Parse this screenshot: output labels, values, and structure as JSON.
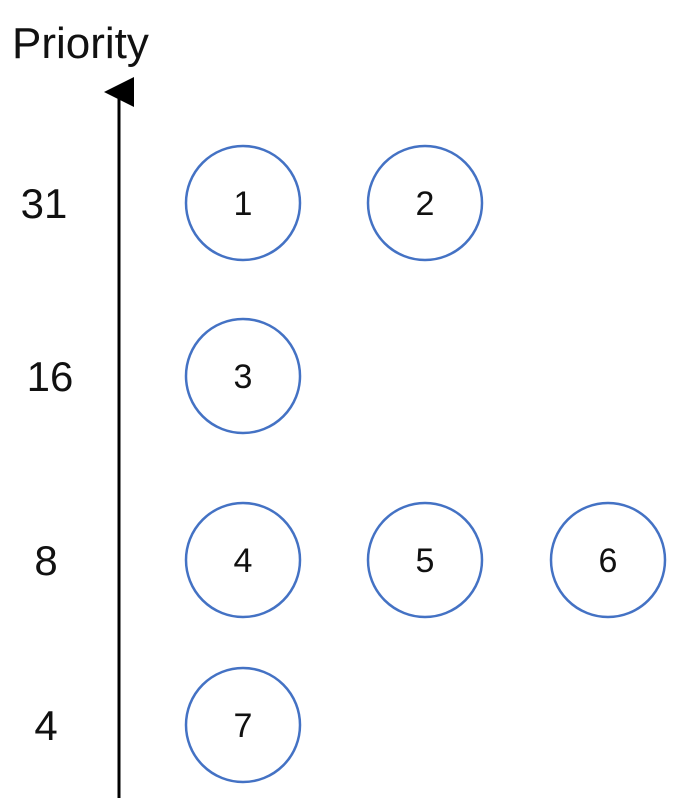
{
  "diagram": {
    "axis_title": "Priority",
    "levels": [
      "31",
      "16",
      "8",
      "4"
    ],
    "rows": [
      [
        "1",
        "2"
      ],
      [
        "3"
      ],
      [
        "4",
        "5",
        "6"
      ],
      [
        "7"
      ]
    ],
    "colors": {
      "node_stroke": "#4472C4",
      "axis": "#000000",
      "text": "#111111"
    }
  }
}
